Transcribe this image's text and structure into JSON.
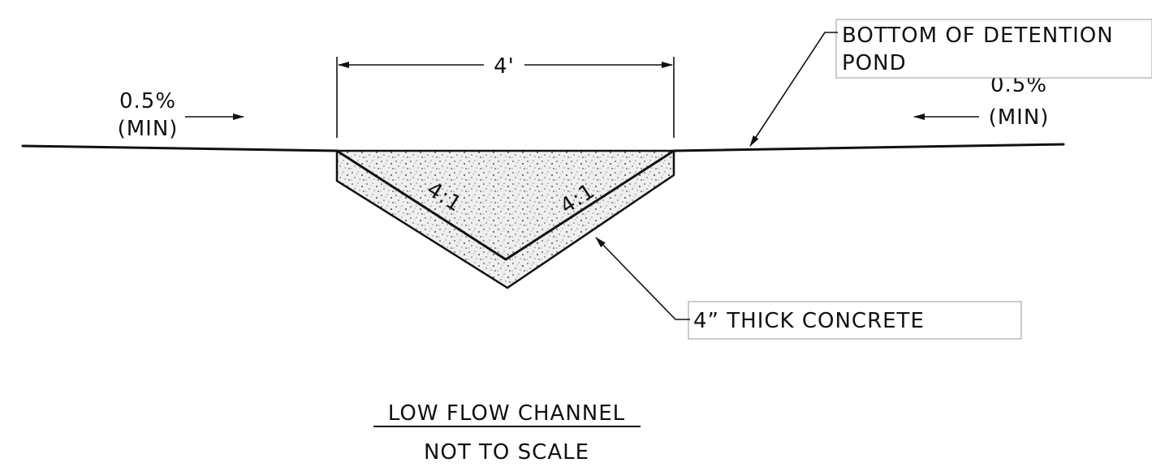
{
  "labels": {
    "top_width": "4'",
    "left_slope_line1": "0.5%",
    "left_slope_line2": "(MIN)",
    "right_slope_line1": "0.5%",
    "right_slope_line2": "(MIN)",
    "left_side_ratio": "4:1",
    "right_side_ratio": "4:1",
    "callout_pond_line1": "BOTTOM OF DETENTION",
    "callout_pond_line2": "POND",
    "callout_concrete": "4” THICK CONCRETE",
    "title": "LOW FLOW CHANNEL",
    "subtitle": "NOT TO SCALE"
  },
  "colors": {
    "ink": "#111111",
    "concrete_fill": "#eeeeee",
    "concrete_dots": "#777777",
    "callout_border": "#999999"
  }
}
